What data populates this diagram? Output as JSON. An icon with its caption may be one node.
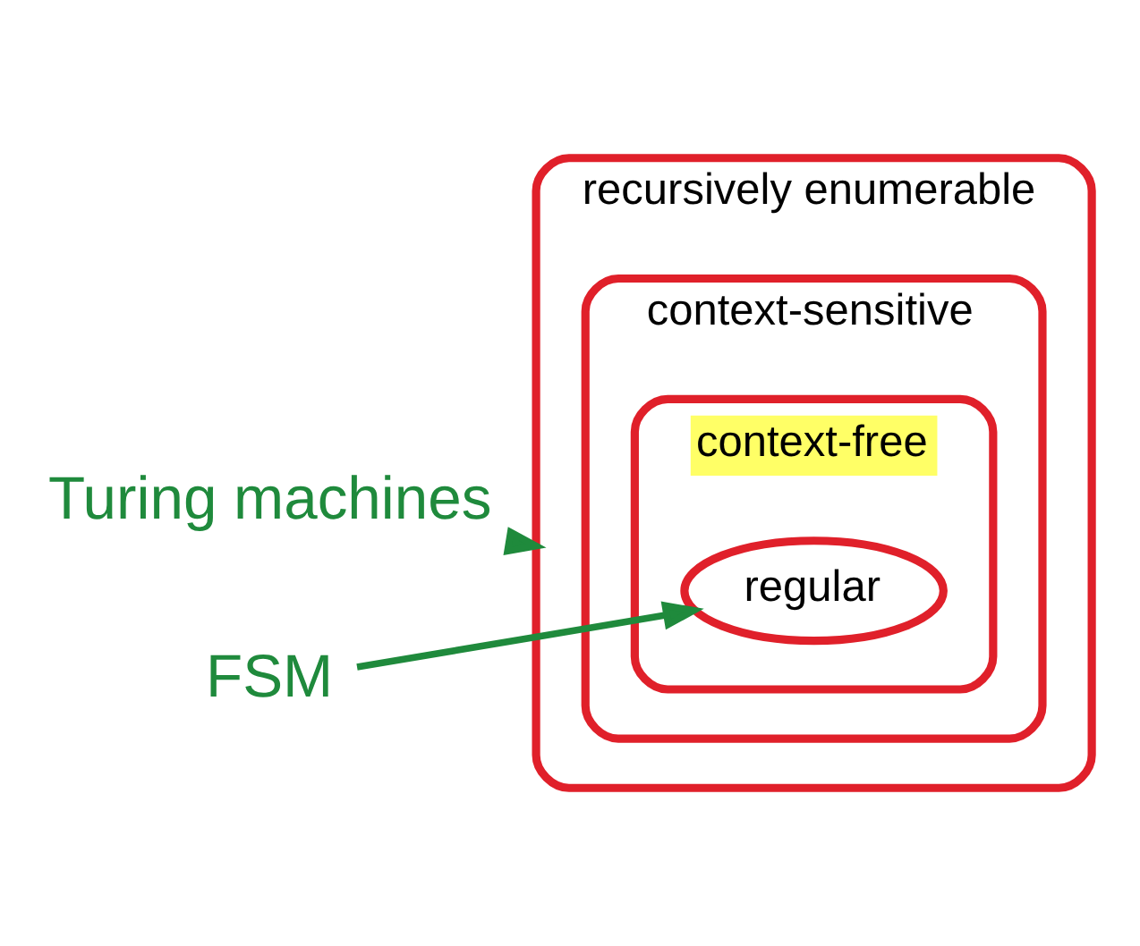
{
  "diagram": {
    "nodes": [
      {
        "text": [
          "Turing machines"
        ]
      },
      {
        "text": [
          "recursively enumerable"
        ]
      },
      {
        "text": [
          "context-sensitive"
        ],
        "in": 1
      },
      {
        "text": [
          "context-free"
        ],
        "in": 2
      },
      {
        "text": [
          "regular"
        ],
        "in": 3
      },
      {
        "text": [
          "FSM"
        ]
      }
    ],
    "edges": [
      {
        "from": 0,
        "to": 1,
        "arrow": "to"
      },
      {
        "from": 5,
        "to": 4,
        "arrow": "to"
      }
    ]
  }
}
